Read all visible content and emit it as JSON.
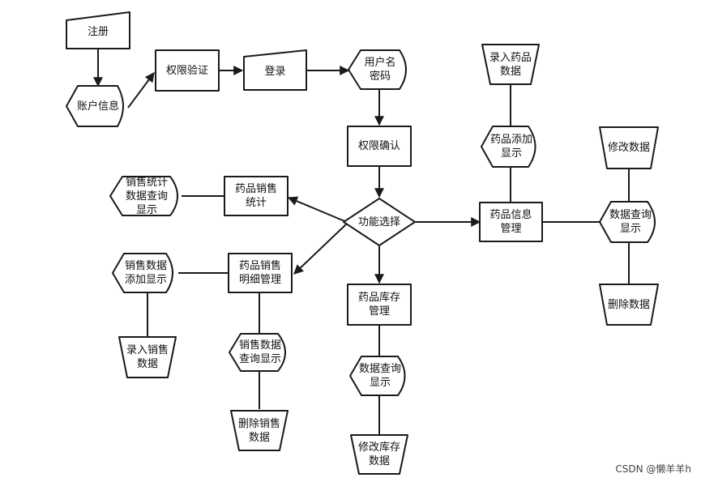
{
  "nodes": {
    "register": "注册",
    "account_info": "账户信息",
    "permission_verify": "权限验证",
    "login": "登录",
    "username_password": "用户名\n密码",
    "permission_confirm": "权限确认",
    "function_select": "功能选择",
    "sales_stats": "药品销售\n统计",
    "sales_stats_display": "销售统计\n数据查询\n显示",
    "sales_detail_mgmt": "药品销售\n明细管理",
    "sales_add_display": "销售数据\n添加显示",
    "sales_entry": "录入销售\n数据",
    "sales_query_display": "销售数据\n查询显示",
    "sales_delete": "删除销售\n数据",
    "stock_mgmt": "药品库存\n管理",
    "stock_query_display": "数据查询\n显示",
    "stock_modify": "修改库存\n数据",
    "drug_info_mgmt": "药品信息\n管理",
    "drug_entry": "录入药品\n数据",
    "drug_add_display": "药品添加\n显示",
    "modify_data": "修改数据",
    "info_query_display": "数据查询\n显示",
    "delete_data": "删除数据"
  },
  "watermark": "CSDN @懒羊羊h"
}
